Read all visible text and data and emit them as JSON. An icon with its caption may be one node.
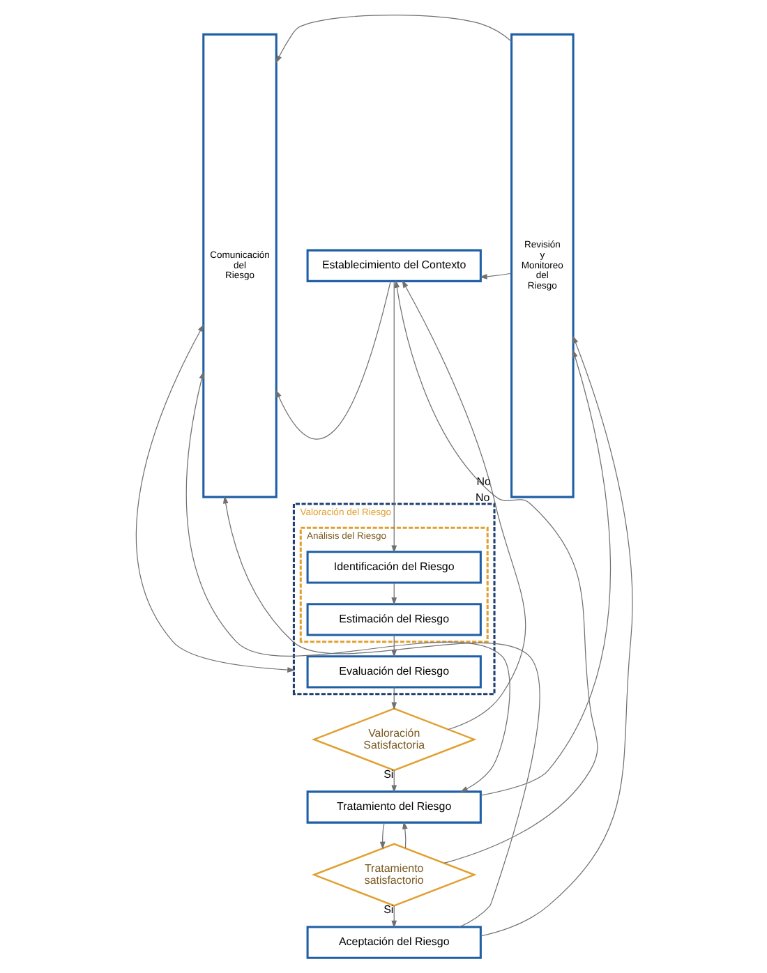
{
  "diagram": {
    "nodes": [
      {
        "text": [
          "Comunicación del Riesgo"
        ]
      },
      {
        "text": [
          "Establecimiento del Contexto"
        ]
      },
      {
        "text": [
          "Valoración del Riesgo"
        ]
      },
      {
        "text": [
          "Análisis del Riesgo"
        ],
        "in": 2
      },
      {
        "text": [
          "Identificación del Riesgo"
        ],
        "in": 3
      },
      {
        "text": [
          "Estimación del Riesgo"
        ],
        "in": 3
      },
      {
        "text": [
          "Evaluación del Riesgo"
        ],
        "in": 2
      },
      {
        "text": [
          "Valoración Satisfactoria"
        ]
      },
      {
        "text": [
          "Tratamiento del Riesgo"
        ]
      },
      {
        "text": [
          "Tratamiento satisfactorio"
        ]
      },
      {
        "text": [
          "Aceptación del Riesgo"
        ]
      },
      {
        "text": [
          "Revisión y Monitoreo del Riesgo"
        ]
      }
    ],
    "edges": [
      {
        "from": 11,
        "to": 0,
        "arrow": "to"
      },
      {
        "from": 11,
        "to": 1,
        "arrow": "to"
      },
      {
        "from": 1,
        "to": 0,
        "arrow": "to"
      },
      {
        "from": 1,
        "to": 4,
        "arrow": "to"
      },
      {
        "from": 0,
        "to": 2,
        "arrow": "both"
      },
      {
        "from": 4,
        "to": 5,
        "arrow": "to"
      },
      {
        "from": 5,
        "to": 6,
        "arrow": "to"
      },
      {
        "from": 6,
        "to": 7,
        "arrow": "to"
      },
      {
        "from": 7,
        "to": 1,
        "label": "No",
        "arrow": "to"
      },
      {
        "from": 7,
        "to": 8,
        "label": "Si",
        "arrow": "to"
      },
      {
        "from": 0,
        "to": 8,
        "arrow": "both"
      },
      {
        "from": 8,
        "to": 11,
        "arrow": "to"
      },
      {
        "from": 8,
        "to": 9,
        "arrow": "to"
      },
      {
        "from": 9,
        "to": 1,
        "label": "No",
        "arrow": "to"
      },
      {
        "from": 9,
        "to": 8,
        "arrow": "to"
      },
      {
        "from": 9,
        "to": 10,
        "label": "Si",
        "arrow": "to"
      },
      {
        "from": 10,
        "to": 0,
        "arrow": "to"
      },
      {
        "from": 10,
        "to": 11,
        "arrow": "to"
      }
    ]
  }
}
